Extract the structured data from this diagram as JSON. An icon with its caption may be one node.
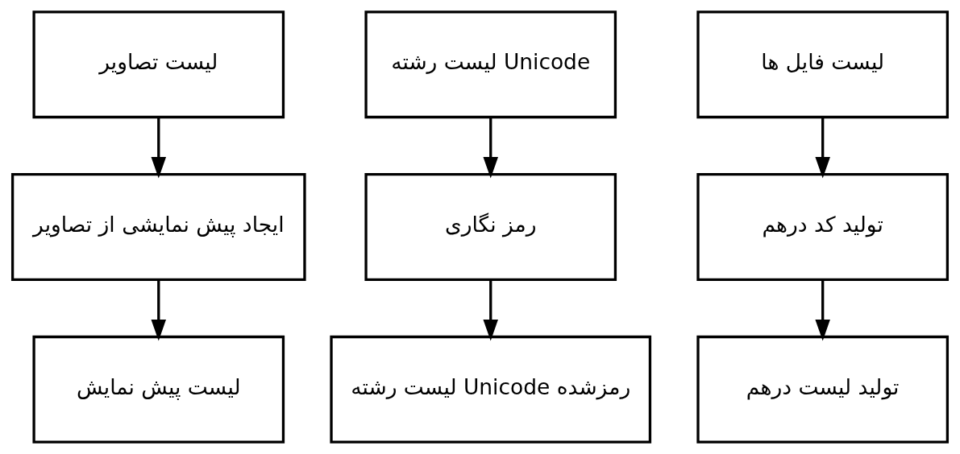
{
  "diagram": {
    "nodes": [
      {
        "text": [
          "لیست تصاویر"
        ]
      },
      {
        "text": [
          "ایجاد پیش نمایشی از تصاویر"
        ]
      },
      {
        "text": [
          "لیست پیش نمایش"
        ]
      },
      {
        "text": [
          "لیست رشته Unicode"
        ]
      },
      {
        "text": [
          "رمز نگاری"
        ]
      },
      {
        "text": [
          "لیست رشته Unicode رمزشده"
        ]
      },
      {
        "text": [
          "لیست فایل ها"
        ]
      },
      {
        "text": [
          "تولید کد درهم"
        ]
      },
      {
        "text": [
          "تولید لیست درهم"
        ]
      }
    ],
    "edges": [
      {
        "from": 0,
        "to": 1,
        "arrow": "to"
      },
      {
        "from": 1,
        "to": 2,
        "arrow": "to"
      },
      {
        "from": 3,
        "to": 4,
        "arrow": "to"
      },
      {
        "from": 4,
        "to": 5,
        "arrow": "to"
      },
      {
        "from": 6,
        "to": 7,
        "arrow": "to"
      },
      {
        "from": 7,
        "to": 8,
        "arrow": "to"
      }
    ]
  }
}
